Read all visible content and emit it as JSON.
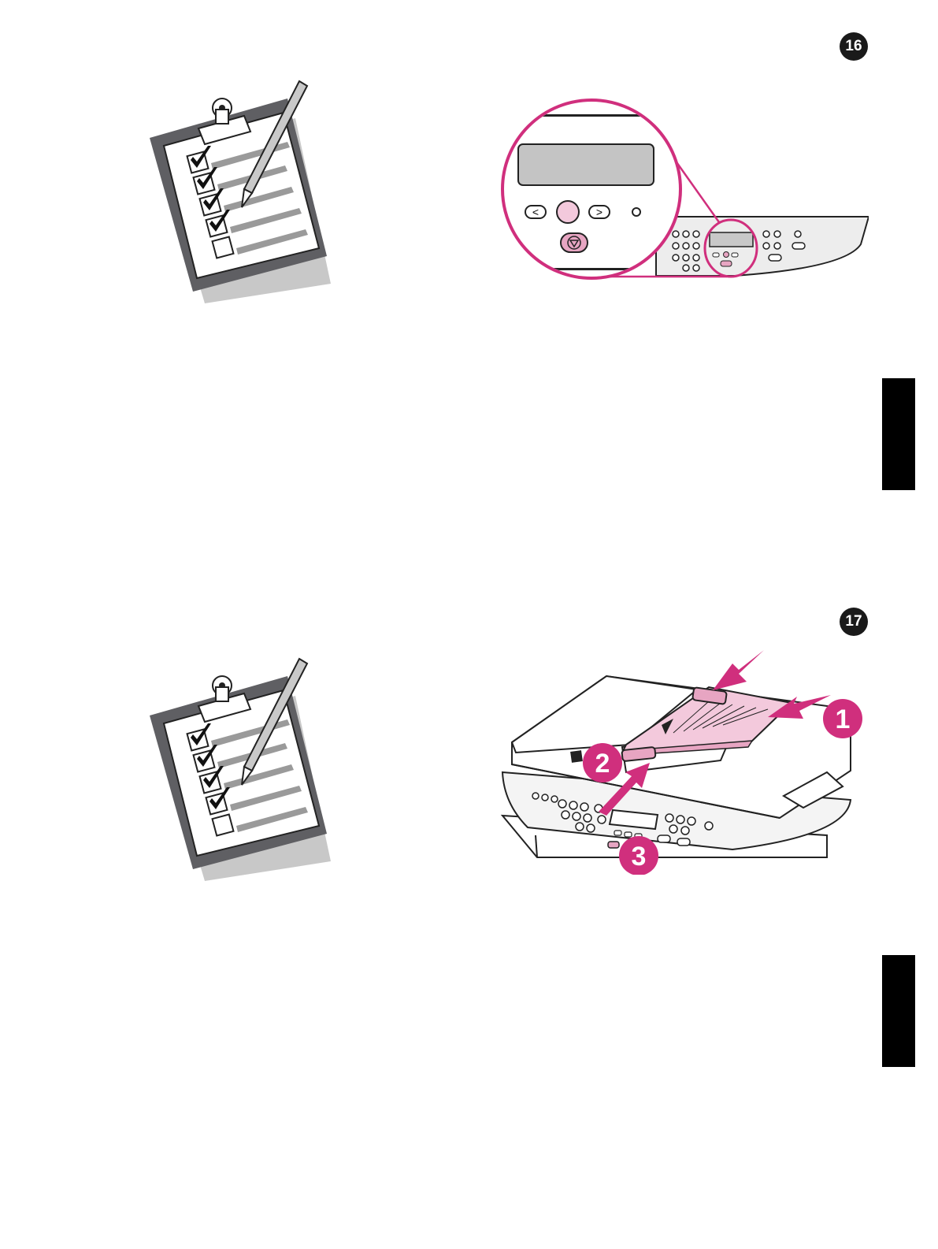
{
  "steps": [
    {
      "number": "16"
    },
    {
      "number": "17"
    }
  ],
  "callouts": [
    "1",
    "2",
    "3"
  ],
  "icons": {
    "checklist": "clipboard-checklist-icon",
    "control_panel": "control-panel-magnifier-illustration",
    "printer": "printer-adf-illustration"
  },
  "colors": {
    "accent": "#e7a5c2",
    "accent_dark": "#d02f7d",
    "tab": "#000000"
  }
}
